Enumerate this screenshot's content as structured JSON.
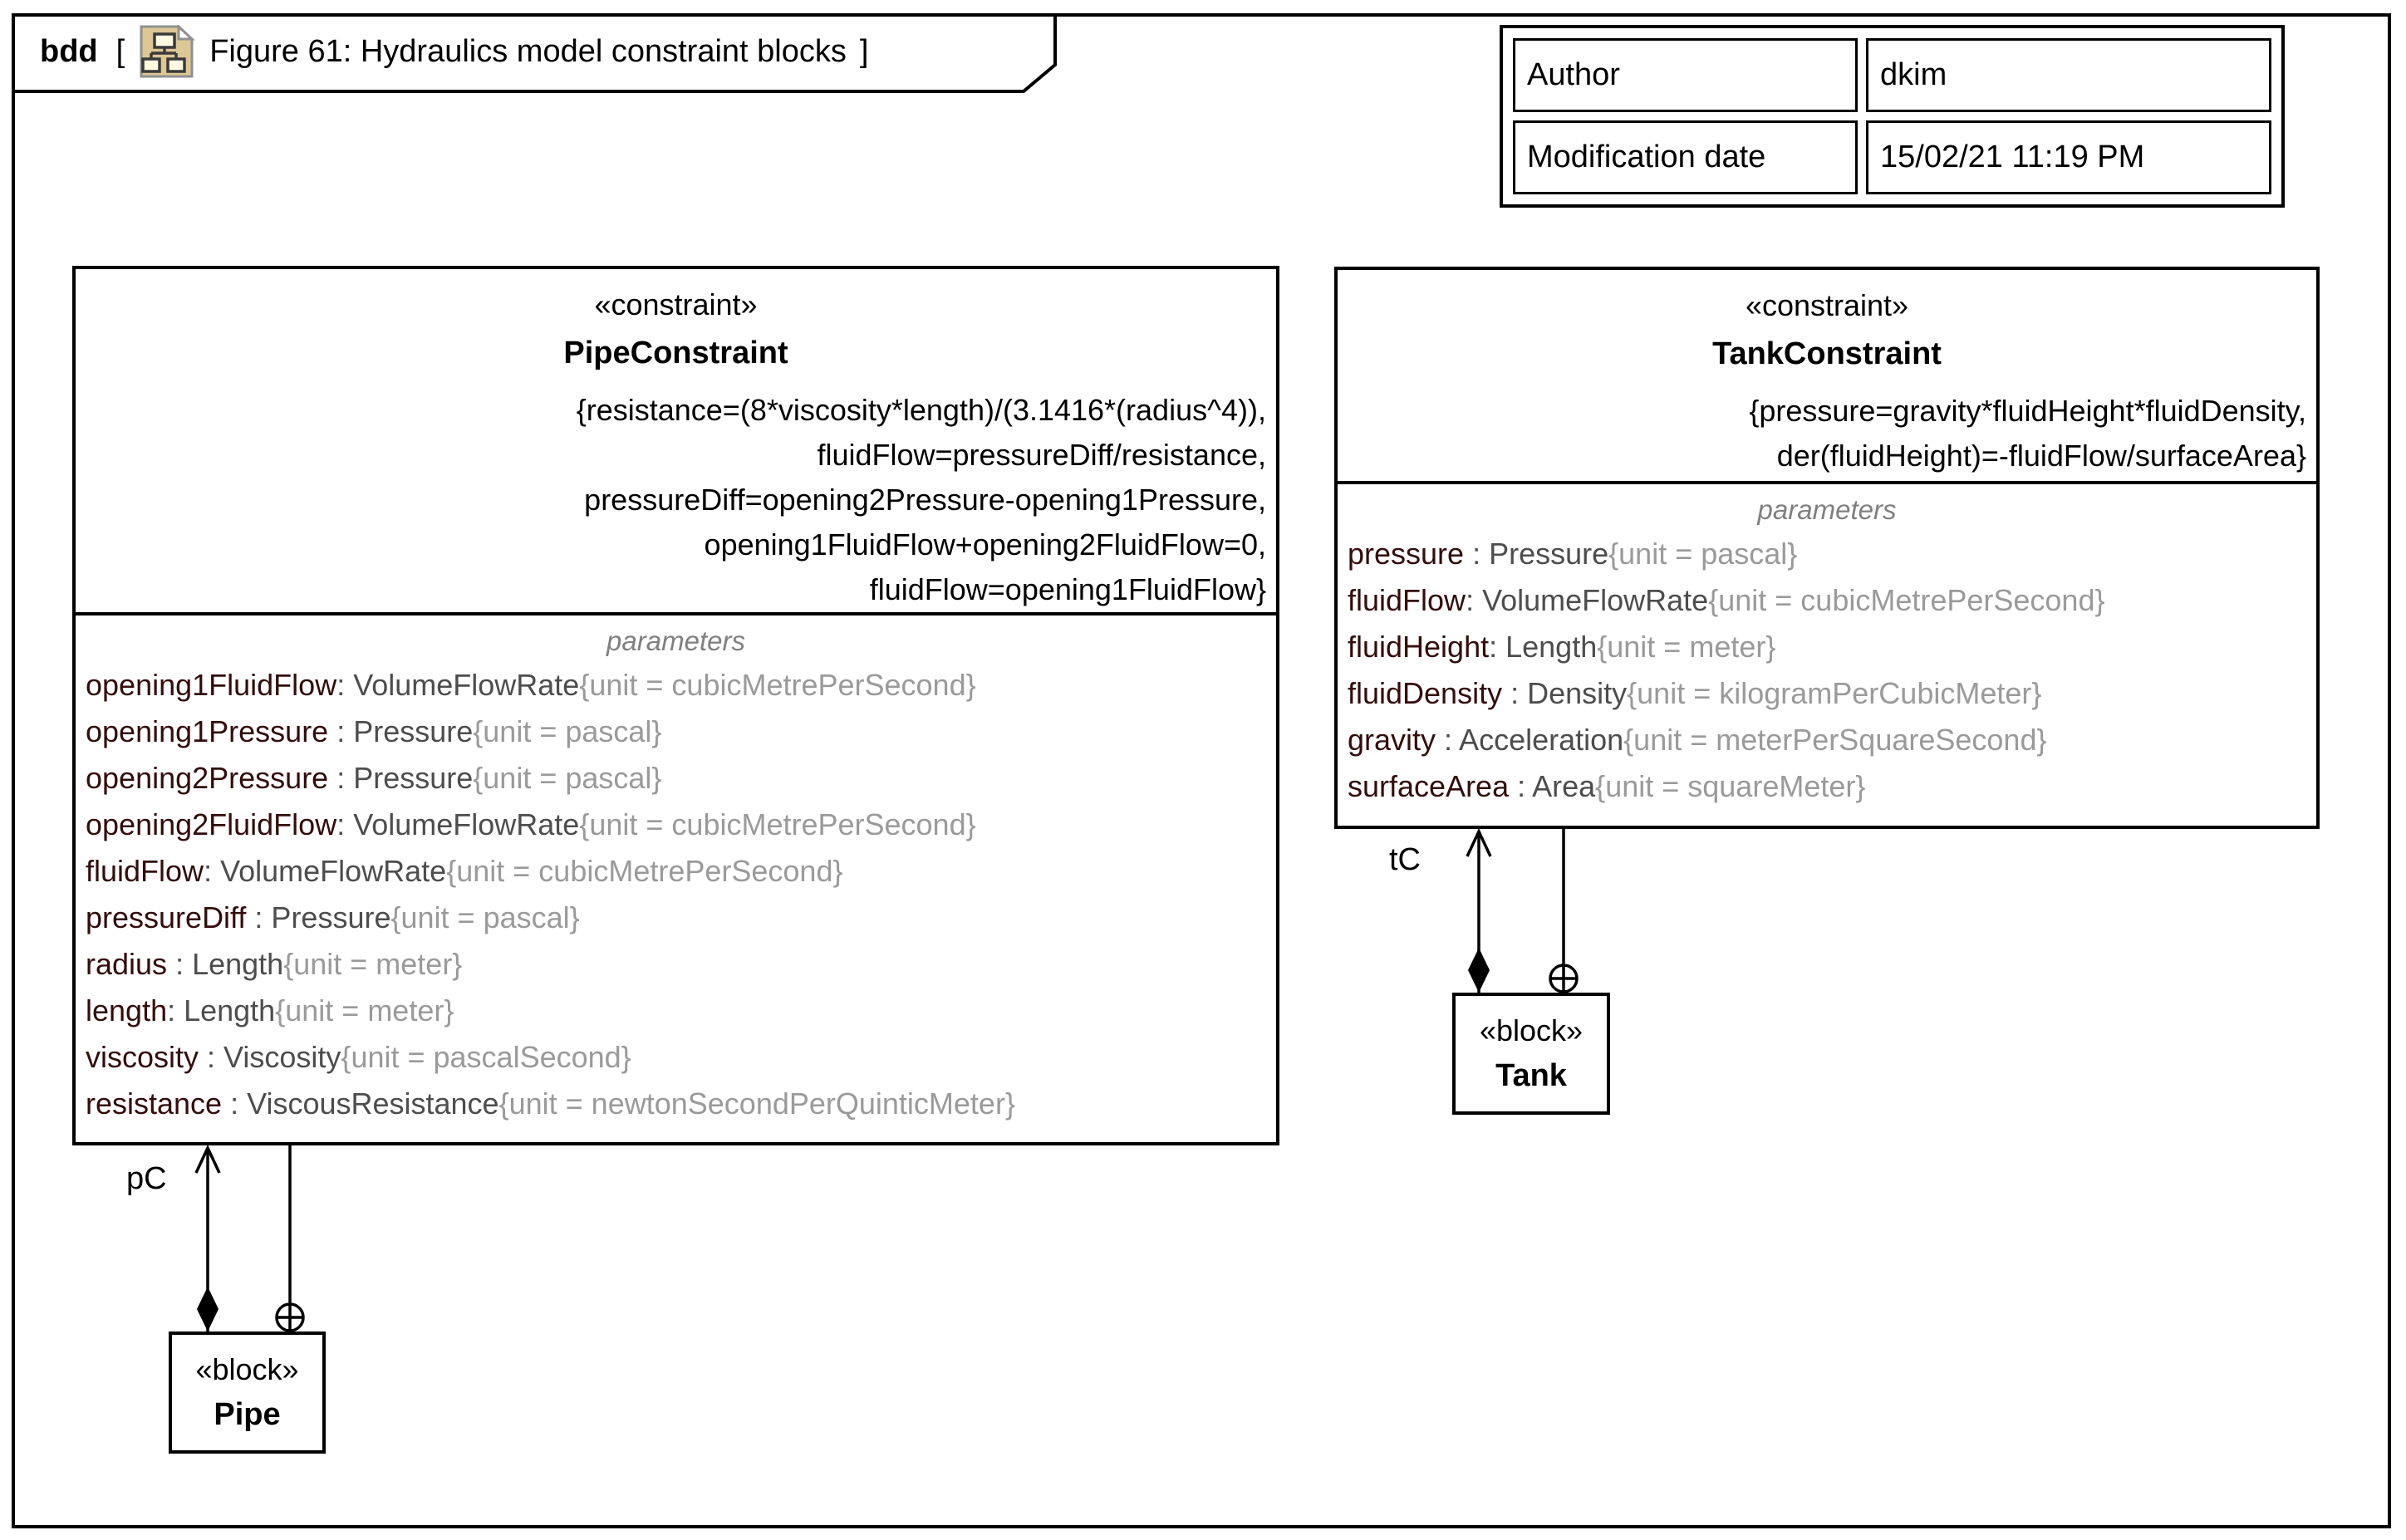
{
  "frame": {
    "tab_keyword": "bdd",
    "tab_open": "[",
    "tab_title": "Figure 61: Hydraulics model constraint blocks",
    "tab_close": "]"
  },
  "meta_table": {
    "rows": [
      {
        "label": "Author",
        "value": "dkim"
      },
      {
        "label": "Modification date",
        "value": "15/02/21 11:19 PM"
      }
    ]
  },
  "pipe_constraint": {
    "stereotype": "«constraint»",
    "name": "PipeConstraint",
    "equations": [
      "{resistance=(8*viscosity*length)/(3.1416*(radius^4)),",
      "fluidFlow=pressureDiff/resistance,",
      "pressureDiff=opening2Pressure-opening1Pressure,",
      "opening1FluidFlow+opening2FluidFlow=0,",
      "fluidFlow=opening1FluidFlow}"
    ],
    "params_label": "parameters",
    "params": [
      {
        "name": "opening1FluidFlow",
        "type": ": VolumeFlowRate",
        "unit": "{unit = cubicMetrePerSecond}"
      },
      {
        "name": "opening1Pressure",
        "type": " : Pressure",
        "unit": "{unit = pascal}"
      },
      {
        "name": "opening2Pressure",
        "type": " : Pressure",
        "unit": "{unit = pascal}"
      },
      {
        "name": "opening2FluidFlow",
        "type": ": VolumeFlowRate",
        "unit": "{unit = cubicMetrePerSecond}"
      },
      {
        "name": "fluidFlow",
        "type": ": VolumeFlowRate",
        "unit": "{unit = cubicMetrePerSecond}"
      },
      {
        "name": "pressureDiff",
        "type": " : Pressure",
        "unit": "{unit = pascal}"
      },
      {
        "name": "radius",
        "type": " : Length",
        "unit": "{unit = meter}"
      },
      {
        "name": "length",
        "type": ": Length",
        "unit": "{unit = meter}"
      },
      {
        "name": "viscosity",
        "type": " : Viscosity",
        "unit": "{unit = pascalSecond}"
      },
      {
        "name": "resistance",
        "type": " : ViscousResistance",
        "unit": "{unit = newtonSecondPerQuinticMeter}"
      }
    ]
  },
  "tank_constraint": {
    "stereotype": "«constraint»",
    "name": "TankConstraint",
    "equations": [
      "{pressure=gravity*fluidHeight*fluidDensity,",
      "der(fluidHeight)=-fluidFlow/surfaceArea}"
    ],
    "params_label": "parameters",
    "params": [
      {
        "name": "pressure",
        "type": " : Pressure",
        "unit": "{unit = pascal}"
      },
      {
        "name": "fluidFlow",
        "type": ": VolumeFlowRate",
        "unit": "{unit = cubicMetrePerSecond}"
      },
      {
        "name": "fluidHeight",
        "type": ": Length",
        "unit": "{unit = meter}"
      },
      {
        "name": "fluidDensity",
        "type": " : Density",
        "unit": "{unit = kilogramPerCubicMeter}"
      },
      {
        "name": "gravity",
        "type": " : Acceleration",
        "unit": "{unit = meterPerSquareSecond}"
      },
      {
        "name": "surfaceArea",
        "type": " : Area",
        "unit": "{unit = squareMeter}"
      }
    ]
  },
  "pipe_block": {
    "stereotype": "«block»",
    "name": "Pipe"
  },
  "tank_block": {
    "stereotype": "«block»",
    "name": "Tank"
  },
  "connectors": {
    "pipe_label": "pC",
    "tank_label": "tC"
  },
  "colors": {
    "param_name": "#330d0d",
    "param_type": "#4d4d4d",
    "param_unit": "#9a9a9a",
    "params_label": "#808080",
    "line_black": "#000000",
    "icon_page": "#ddc795",
    "icon_box_fill": "#fffbe2",
    "icon_stroke": "#3a3a3a"
  }
}
